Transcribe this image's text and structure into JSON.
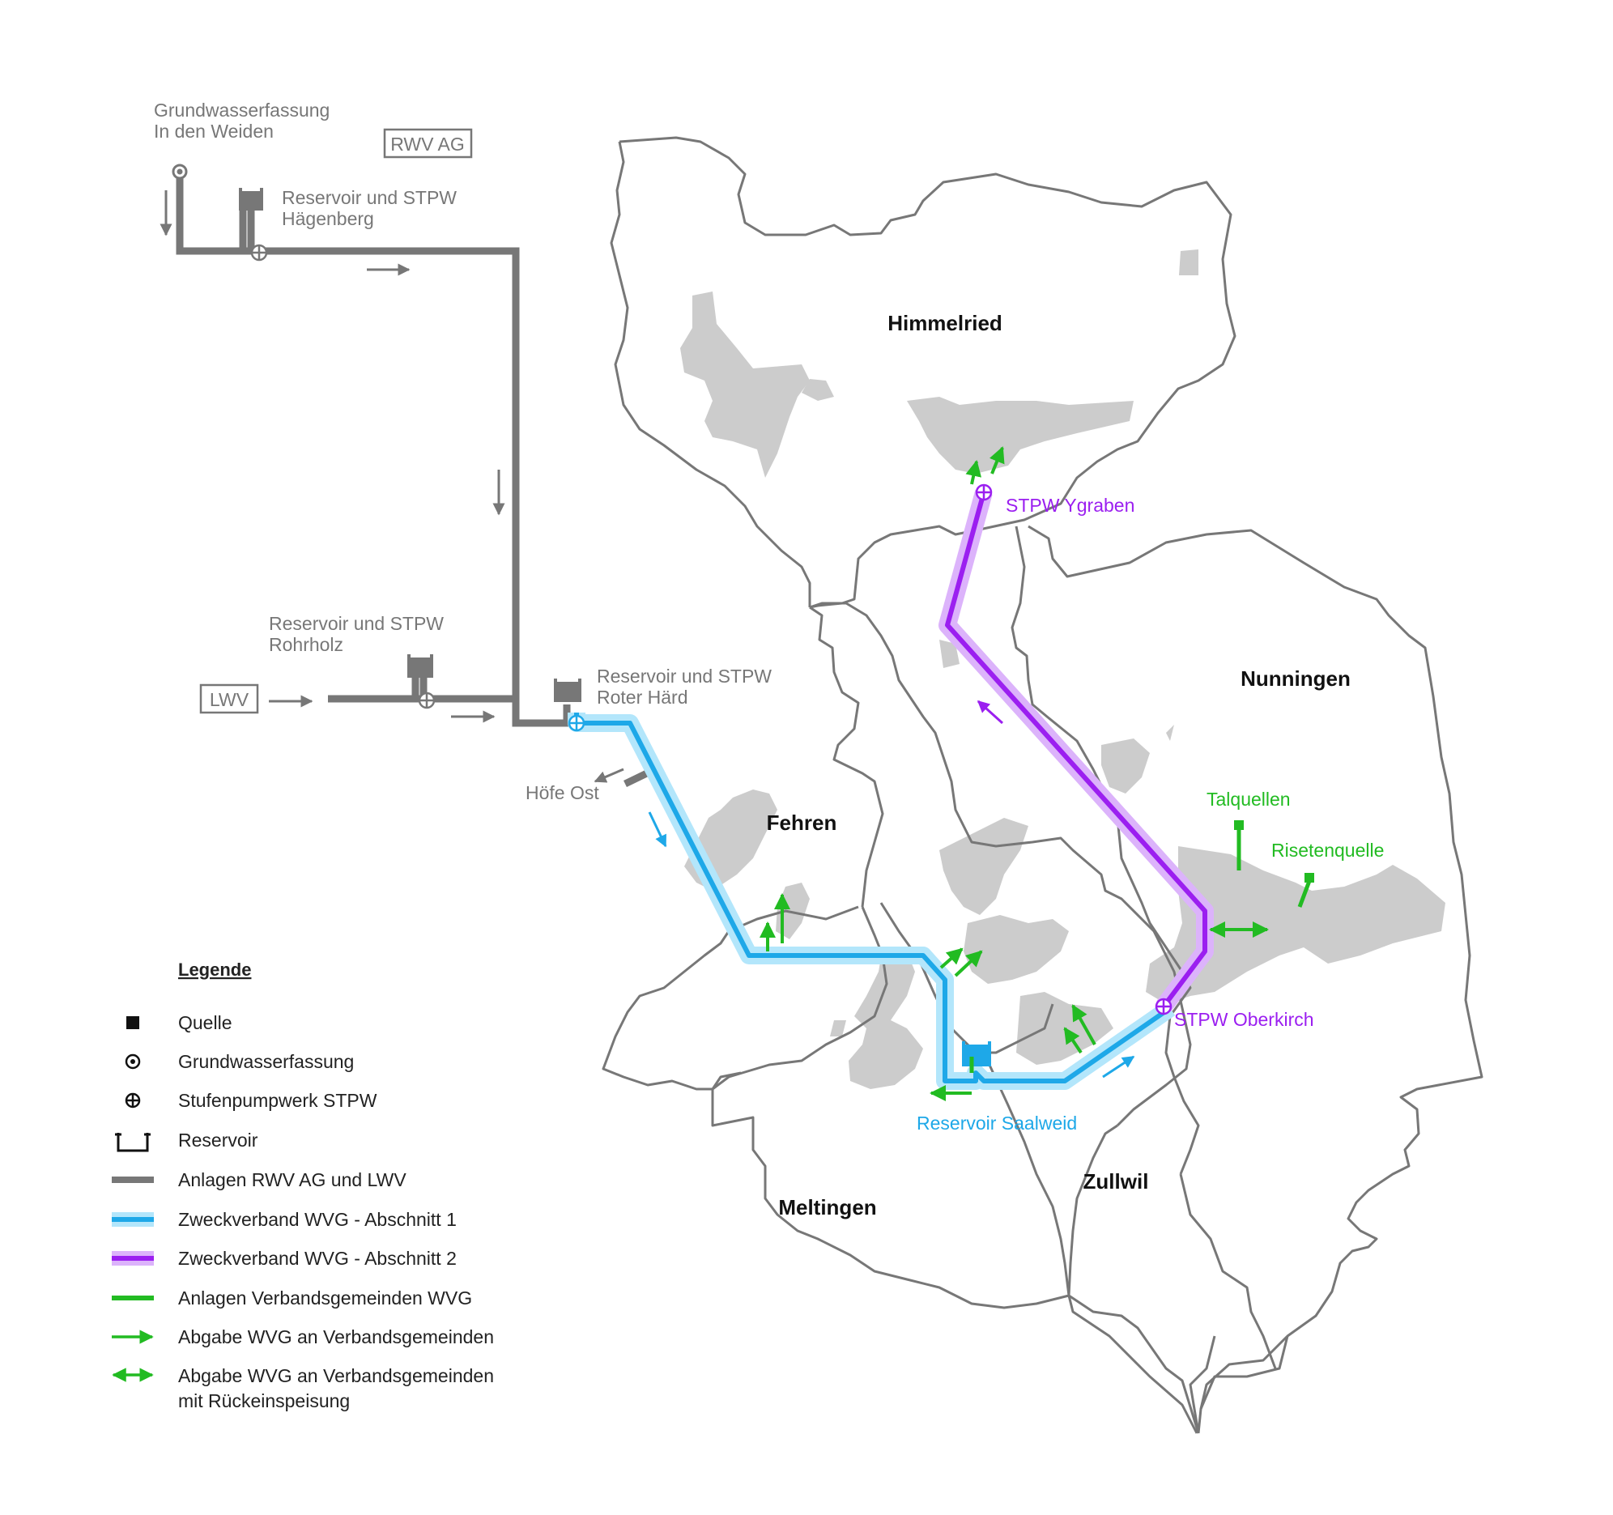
{
  "municipalities": [
    "Himmelried",
    "Nunningen",
    "Fehren",
    "Meltingen",
    "Zullwil"
  ],
  "boxes": {
    "rwv": "RWV AG",
    "lwv": "LWV"
  },
  "facilities": {
    "grundwasser_1": "Grundwasserfassung",
    "grundwasser_2": "In den Weiden",
    "haegenberg_1": "Reservoir und STPW",
    "haegenberg_2": "Hägenberg",
    "rohrholz_1": "Reservoir und STPW",
    "rohrholz_2": "Rohrholz",
    "roterhaerd_1": "Reservoir und STPW",
    "roterhaerd_2": "Roter Härd",
    "hoefe_ost": "Höfe Ost",
    "ygraben": "STPW Ygraben",
    "oberkirch": "STPW Oberkirch",
    "saalweid": "Reservoir Saalweid",
    "talquellen": "Talquellen",
    "risetenquelle": "Risetenquelle"
  },
  "legend": {
    "title": "Legende",
    "items": [
      {
        "label": "Quelle",
        "symbol": "square-icon"
      },
      {
        "label": "Grundwasserfassung",
        "symbol": "dot-circle-icon"
      },
      {
        "label": "Stufenpumpwerk STPW",
        "symbol": "circle-plus-icon"
      },
      {
        "label": "Reservoir",
        "symbol": "reservoir-icon"
      },
      {
        "label": "Anlagen RWV AG und LWV",
        "symbol": "gray-line"
      },
      {
        "label": "Zweckverband WVG - Abschnitt 1",
        "symbol": "blue-line"
      },
      {
        "label": "Zweckverband WVG - Abschnitt 2",
        "symbol": "purple-line"
      },
      {
        "label": "Anlagen Verbandsgemeinden WVG",
        "symbol": "green-line"
      },
      {
        "label": "Abgabe WVG an Verbandsgemeinden",
        "symbol": "green-arrow"
      },
      {
        "label": "Abgabe WVG an Verbandsgemeinden",
        "label2": "mit Rückeinspeisung",
        "symbol": "green-double-arrow"
      }
    ]
  },
  "colors": {
    "gray": "#777777",
    "blue": "#1ea8e8",
    "blue_halo": "#b3e6fb",
    "purple": "#9b1ff0",
    "purple_halo": "#dcb3fb",
    "green": "#22bb22",
    "settlement": "#cccccc",
    "border": "#777777"
  }
}
